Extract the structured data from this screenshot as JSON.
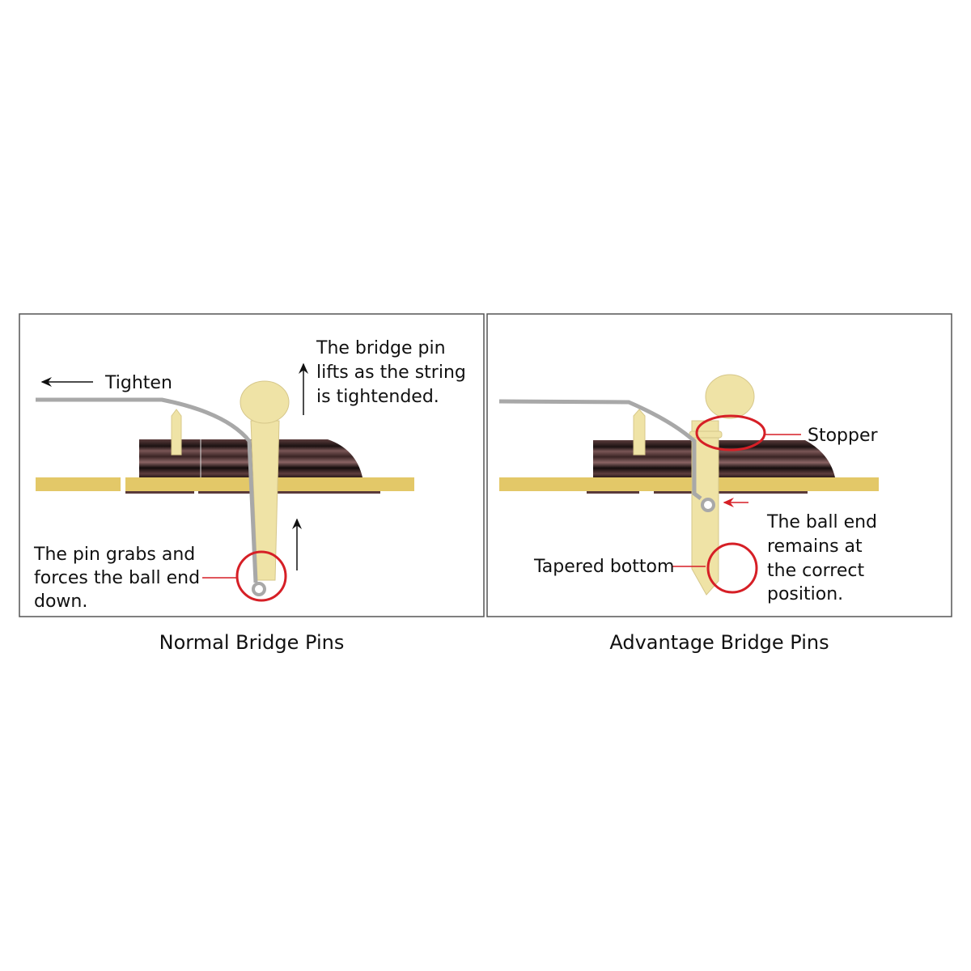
{
  "colors": {
    "pin": "#efe3a6",
    "plate": "#e3c868",
    "wood": "#5a3a3a",
    "string": "#a8a8a8",
    "highlight": "#d61f26",
    "frame": "#555555"
  },
  "normal": {
    "caption": "Normal Bridge Pins",
    "tighten": "Tighten",
    "lift_note": [
      "The bridge pin",
      "lifts as the string",
      "is tightended."
    ],
    "grab_note": [
      "The pin grabs and",
      "forces the ball end",
      "down."
    ]
  },
  "advantage": {
    "caption": "Advantage Bridge Pins",
    "stopper": "Stopper",
    "tapered": "Tapered bottom",
    "ball_note": [
      "The ball end",
      "remains at",
      "the correct",
      "position."
    ]
  }
}
